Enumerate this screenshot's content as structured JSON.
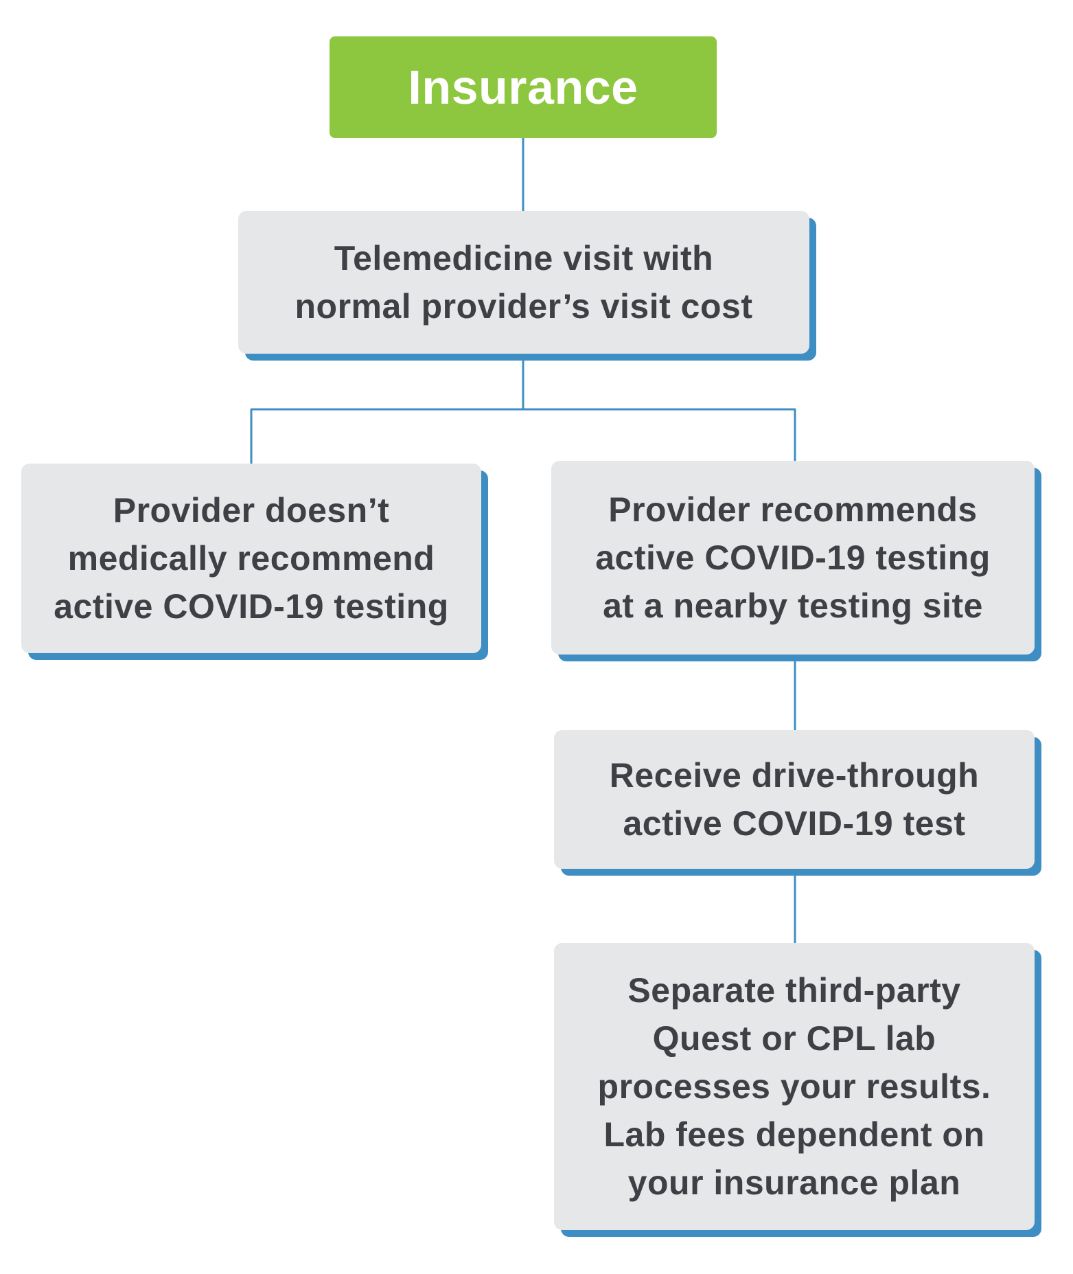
{
  "colors": {
    "root_fill": "#8dc63f",
    "node_fill": "#e6e7e9",
    "node_shadow": "#3f8ec3",
    "connector": "#3f8ec3",
    "text": "#3f4045",
    "root_text": "#ffffff"
  },
  "nodes": {
    "insurance": {
      "label": "Insurance"
    },
    "telemedicine": {
      "label": "Telemedicine visit with\nnormal provider’s visit cost"
    },
    "no_recommend": {
      "label": "Provider doesn’t\nmedically recommend\nactive COVID-19 testing"
    },
    "recommends": {
      "label": "Provider recommends\nactive COVID-19 testing\nat a nearby testing site"
    },
    "drive_through": {
      "label": "Receive drive-through\nactive COVID-19 test"
    },
    "lab": {
      "label": "Separate third-party\nQuest or CPL lab\nprocesses your results.\nLab fees dependent on\nyour insurance plan"
    }
  },
  "edges": [
    {
      "from": "insurance",
      "to": "telemedicine"
    },
    {
      "from": "telemedicine",
      "to": "no_recommend"
    },
    {
      "from": "telemedicine",
      "to": "recommends"
    },
    {
      "from": "recommends",
      "to": "drive_through"
    },
    {
      "from": "drive_through",
      "to": "lab"
    }
  ]
}
